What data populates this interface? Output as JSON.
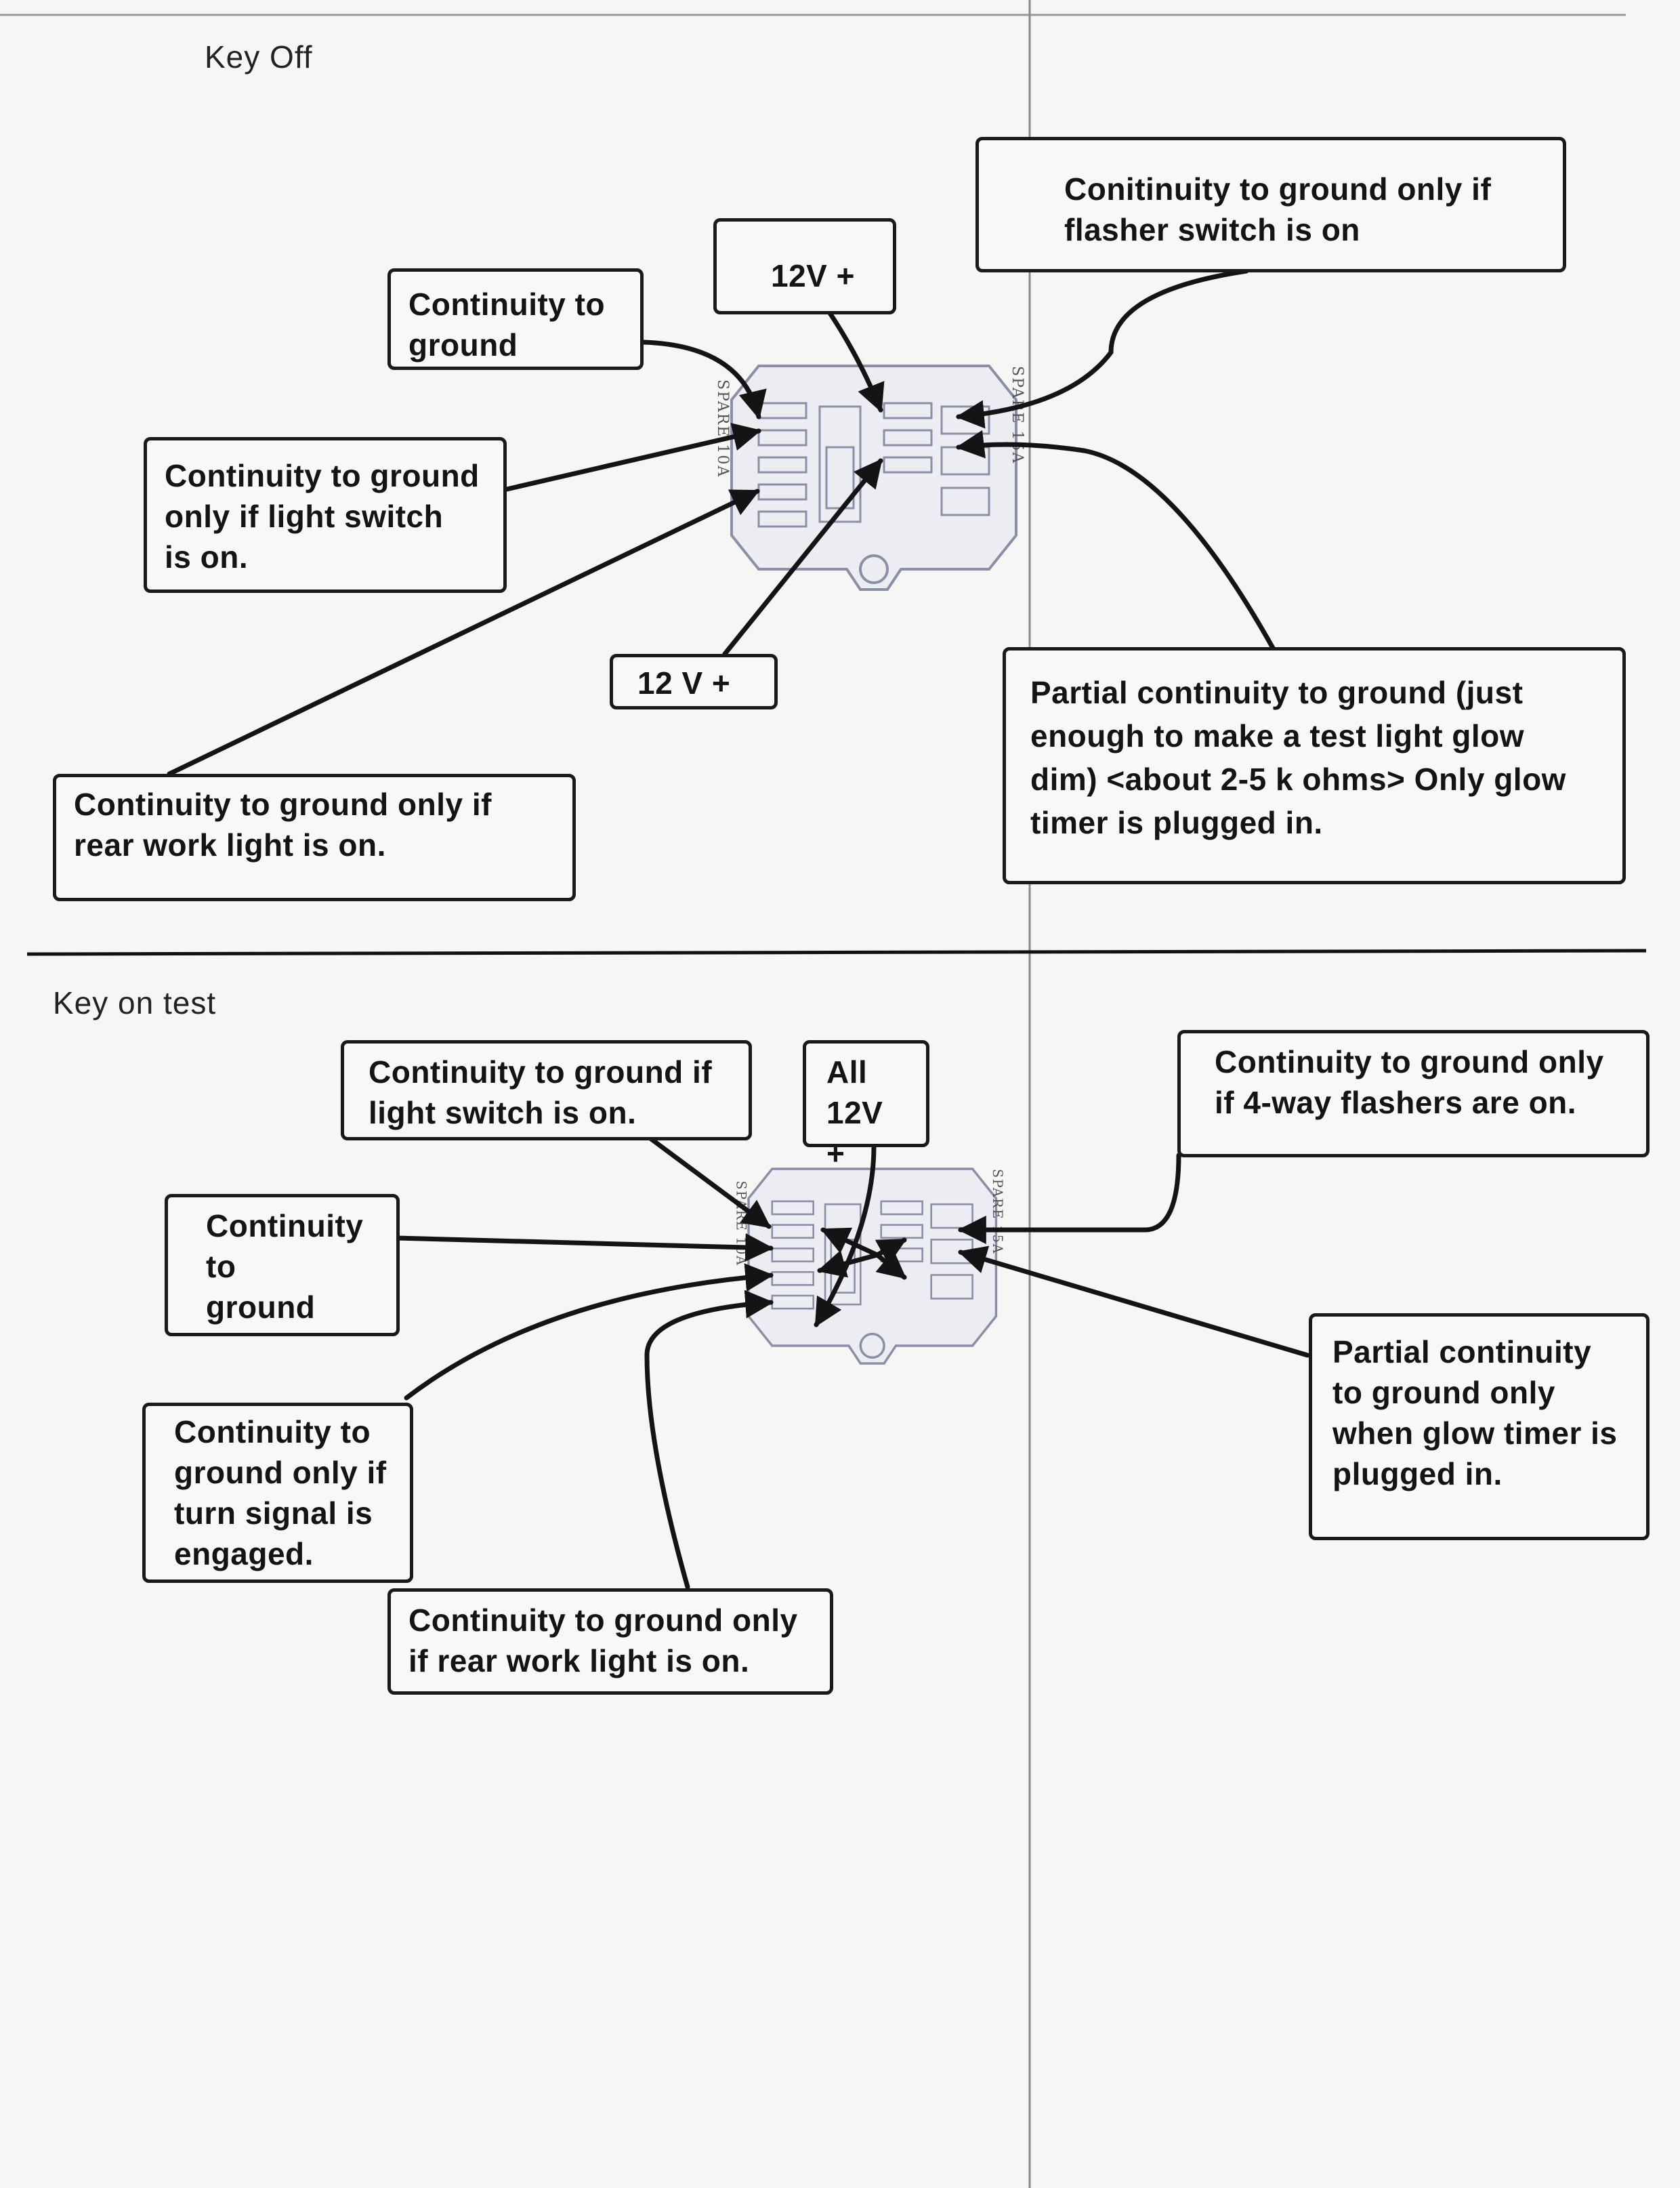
{
  "sections": {
    "key_off": "Key Off",
    "key_on": "Key on test"
  },
  "fuse_box": {
    "labels": [
      "SPARE 10A",
      "SPARE 15A"
    ]
  },
  "top": {
    "continuity_to_ground": "Continuity to\nground",
    "twelve_v_upper": "12V  +",
    "flasher_switch": "Conitinuity to ground only if\nflasher switch is on",
    "light_switch": "Continuity to ground\nonly if light switch\nis on.",
    "twelve_v_lower": "12 V  +",
    "glow_timer": "Partial continuity to ground (just\nenough to make a test light glow\ndim) <about 2-5 k ohms> Only glow\ntimer is plugged in.",
    "rear_work_light": "Continuity to ground only if\nrear work light is on."
  },
  "bottom": {
    "light_switch": "Continuity to ground if\nlight switch is on.",
    "all_12v": "All\n12V +",
    "four_way": "Continuity to ground only\nif 4-way flashers are on.",
    "continuity_to_ground": "Continuity\nto\nground",
    "turn_signal": "Continuity to\nground only if\nturn signal is\nengaged.",
    "glow_timer": "Partial continuity\nto ground only\nwhen glow timer is\nplugged in.",
    "rear_work_light": "Continuity to ground only\nif rear work light is on."
  }
}
